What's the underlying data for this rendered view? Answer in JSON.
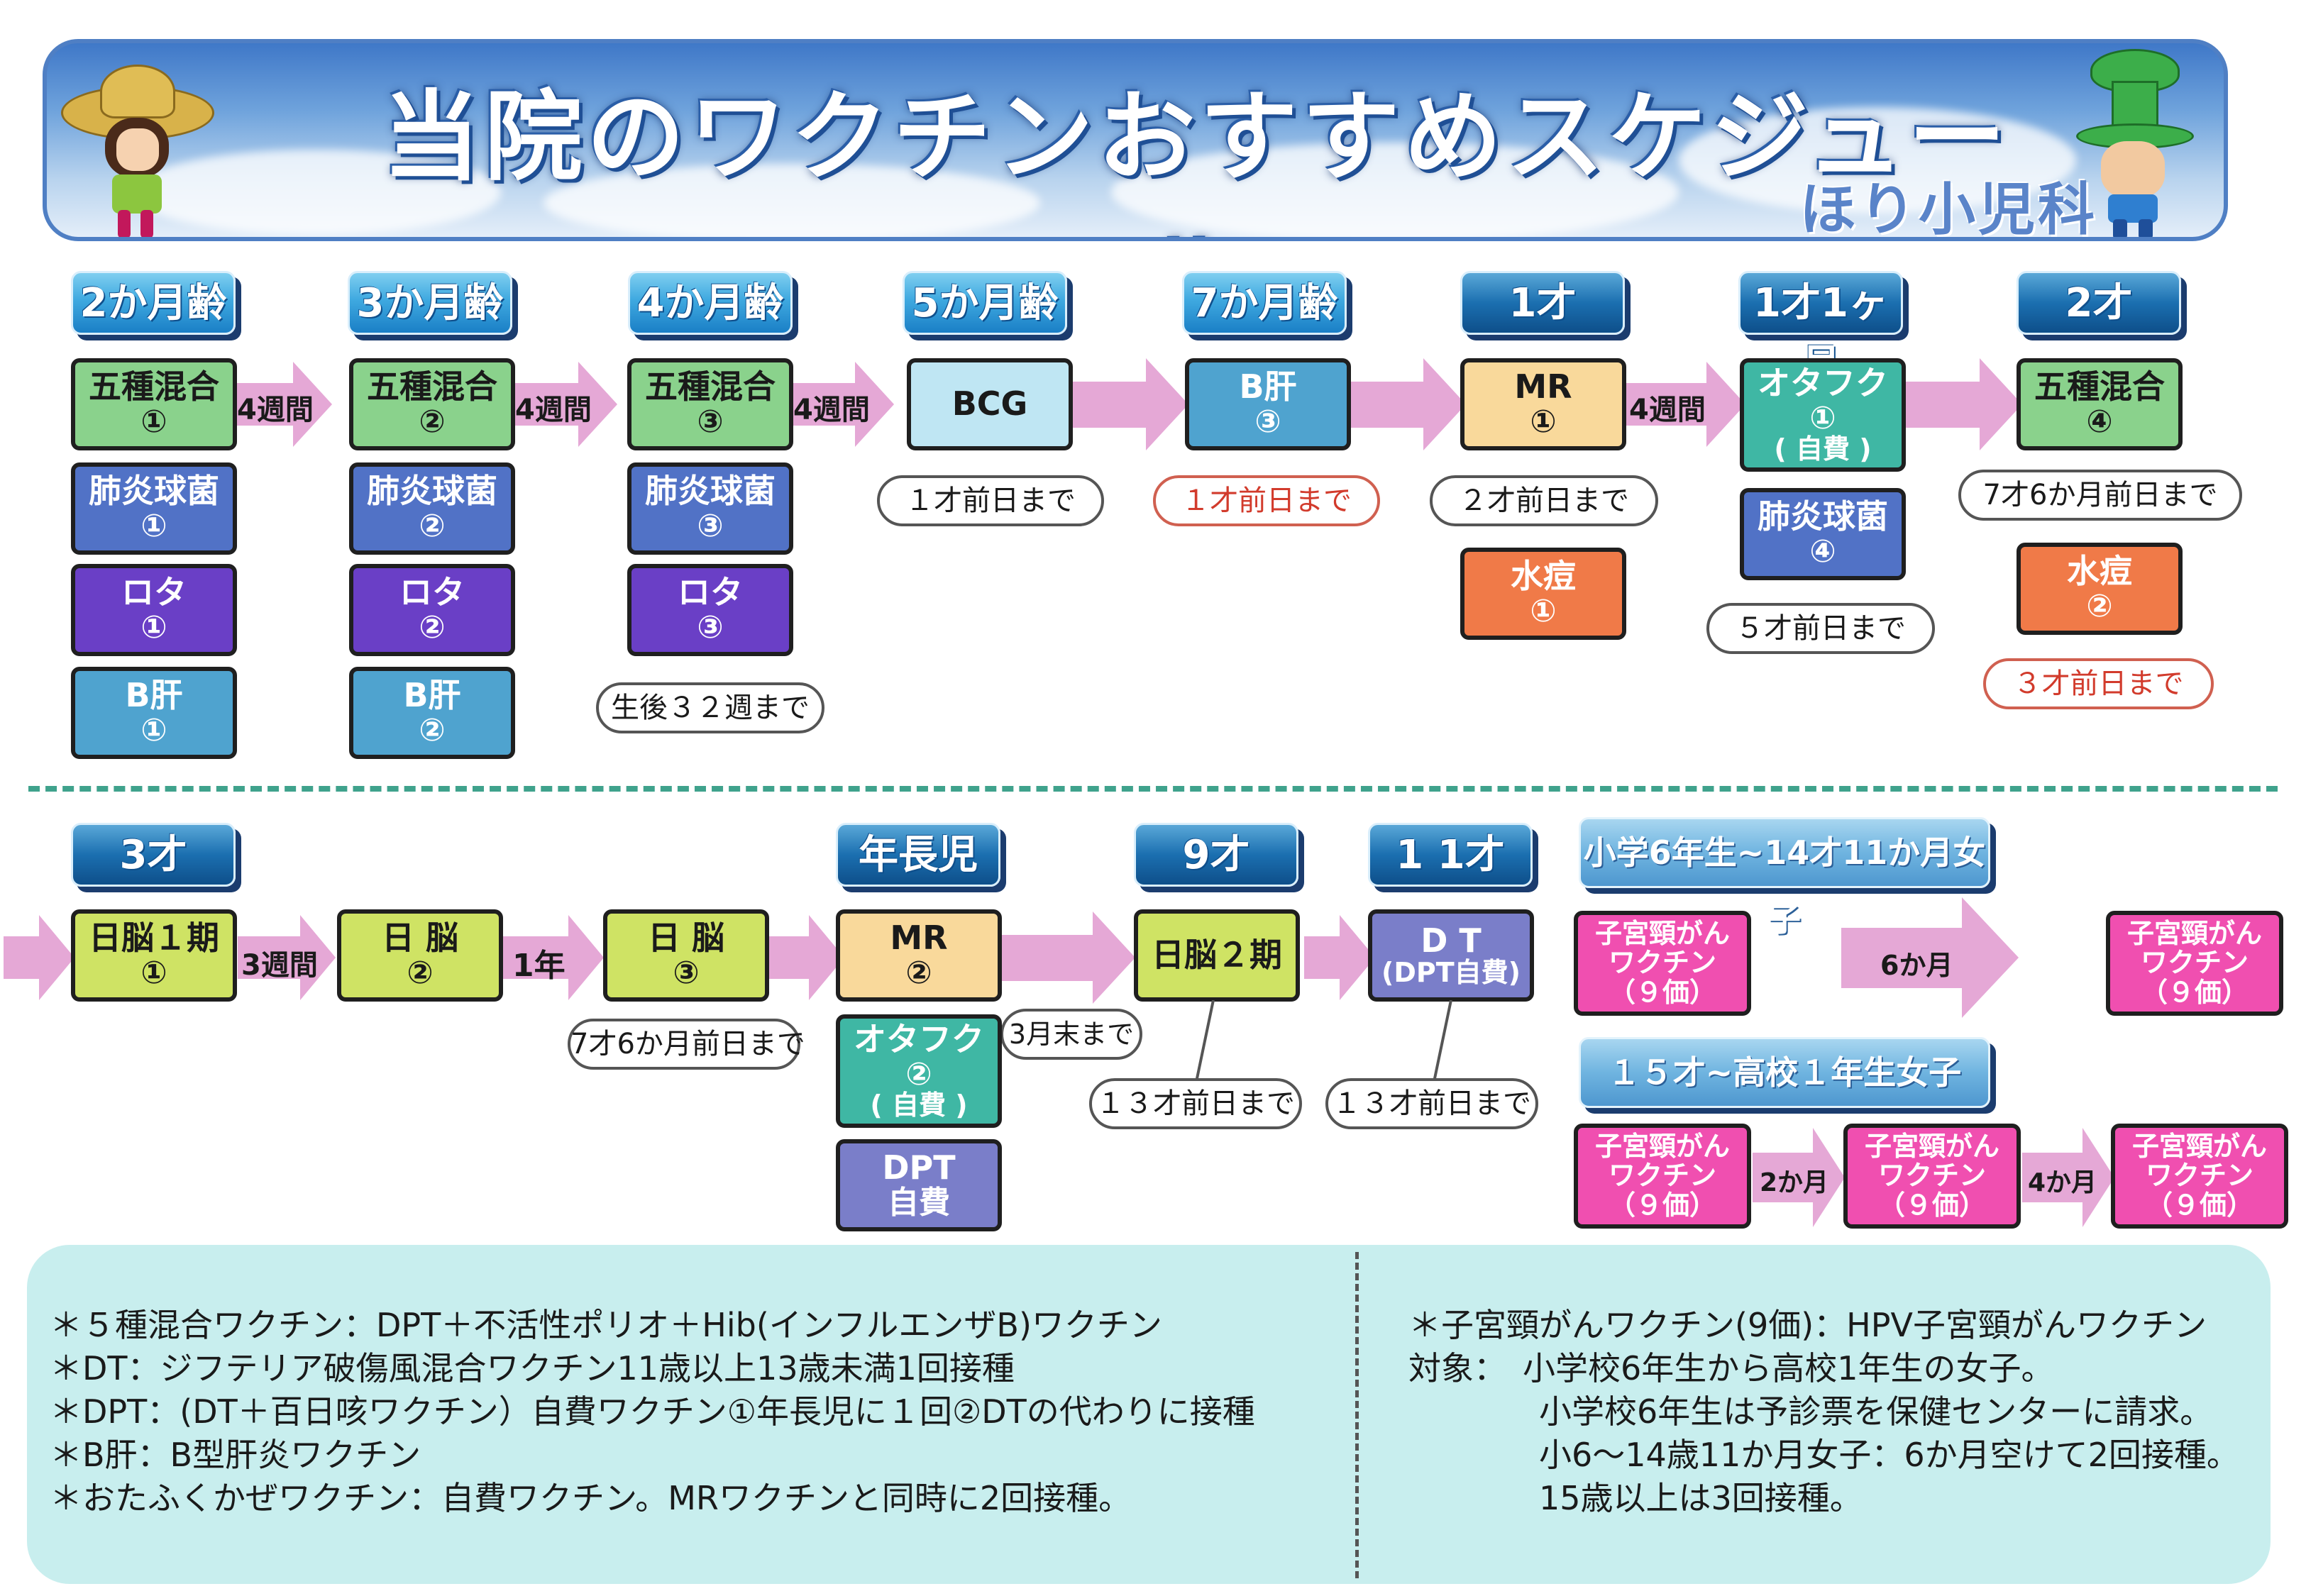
{
  "header": {
    "title": "当院のワクチンおすすめスケジュール",
    "clinic": "ほり小児科"
  },
  "row1": {
    "ages": [
      "2か月齢",
      "3か月齢",
      "4か月齢",
      "5か月齢",
      "7か月齢",
      "1才",
      "1才1ヶ月",
      "2才"
    ],
    "interval_4w": "4週間",
    "vaccines": {
      "dpt_ipv_hib": "五種混合",
      "pneumo": "肺炎球菌",
      "rota": "ロタ",
      "hepb": "B肝",
      "bcg": "BCG",
      "mr": "MR",
      "mumps": "オタフク",
      "self_pay": "( 自費 )",
      "varicella": "水痘",
      "n1": "①",
      "n2": "②",
      "n3": "③",
      "n4": "④"
    },
    "notes": {
      "rota_limit": "生後３２週まで",
      "bcg_limit": "１才前日まで",
      "hepb_limit": "１才前日まで",
      "mr_limit": "２才前日まで",
      "pneumo_limit": "５才前日まで",
      "dpt4_limit": "7才6か月前日まで",
      "varicella_limit": "３才前日まで"
    }
  },
  "row2": {
    "ages": [
      "3才",
      "年長児",
      "9才",
      "1 1才"
    ],
    "interval_3w": "3週間",
    "interval_1y": "1年",
    "vaccines": {
      "je": "日 脳",
      "je1": "日脳１期",
      "je2": "日脳２期",
      "mr": "MR",
      "mumps": "オタフク",
      "self_pay": "( 自費 )",
      "dpt": "DPT",
      "dpt_self": "自費",
      "dt": "D T",
      "dt_sub": "(DPT自費)",
      "n1": "①",
      "n2": "②",
      "n3": "③"
    },
    "notes": {
      "je_limit": "7才6か月前日まで",
      "mr_limit": "3月末まで",
      "je2_limit": "１３才前日まで",
      "dt_limit": "１３才前日まで"
    }
  },
  "hpv": {
    "sec1": "小学6年生~14才11か月女子",
    "sec2": "１５才~高校１年生女子",
    "box_l1": "子宮頸がん",
    "box_l2": "ワクチン",
    "box_l3": "（９価）",
    "gap_6m": "6か月",
    "gap_2m": "2か月",
    "gap_4m": "4か月"
  },
  "footnotes": {
    "left": [
      "＊５種混合ワクチン：DPT＋不活性ポリオ＋Hib(インフルエンザB)ワクチン",
      "＊DT：ジフテリア破傷風混合ワクチン11歳以上13歳未満1回接種",
      "＊DPT：(DT＋百日咳ワクチン）自費ワクチン①年長児に１回②DTの代わりに接種",
      "＊B肝：B型肝炎ワクチン",
      "＊おたふくかぜワクチン：自費ワクチン。MRワクチンと同時に2回接種。"
    ],
    "right": [
      "＊子宮頸がんワクチン(9価)：HPV子宮頸がんワクチン",
      "対象：　小学校6年生から高校1年生の女子。",
      "　　　　小学校6年生は予診票を保健センターに請求。",
      "　　　　小6～14歳11か月女子：6か月空けて2回接種。",
      "　　　　15歳以上は3回接種。"
    ]
  },
  "colors": {
    "green": "#8ad28c",
    "blue": "#5172c6",
    "purple": "#6a3fc6",
    "teal": "#4fa3cf",
    "light_blue": "#bfe6f3",
    "orange": "#f9d99b",
    "red_orange": "#f07a48",
    "lime": "#cfe364",
    "slate": "#7a7ec9",
    "pink": "#f04fb0",
    "arrow": "#e5a8d6",
    "panel": "#c8eeee",
    "badge": "#1a7fc6"
  },
  "icons": [
    "girl-mascot-icon",
    "boy-mascot-icon"
  ]
}
